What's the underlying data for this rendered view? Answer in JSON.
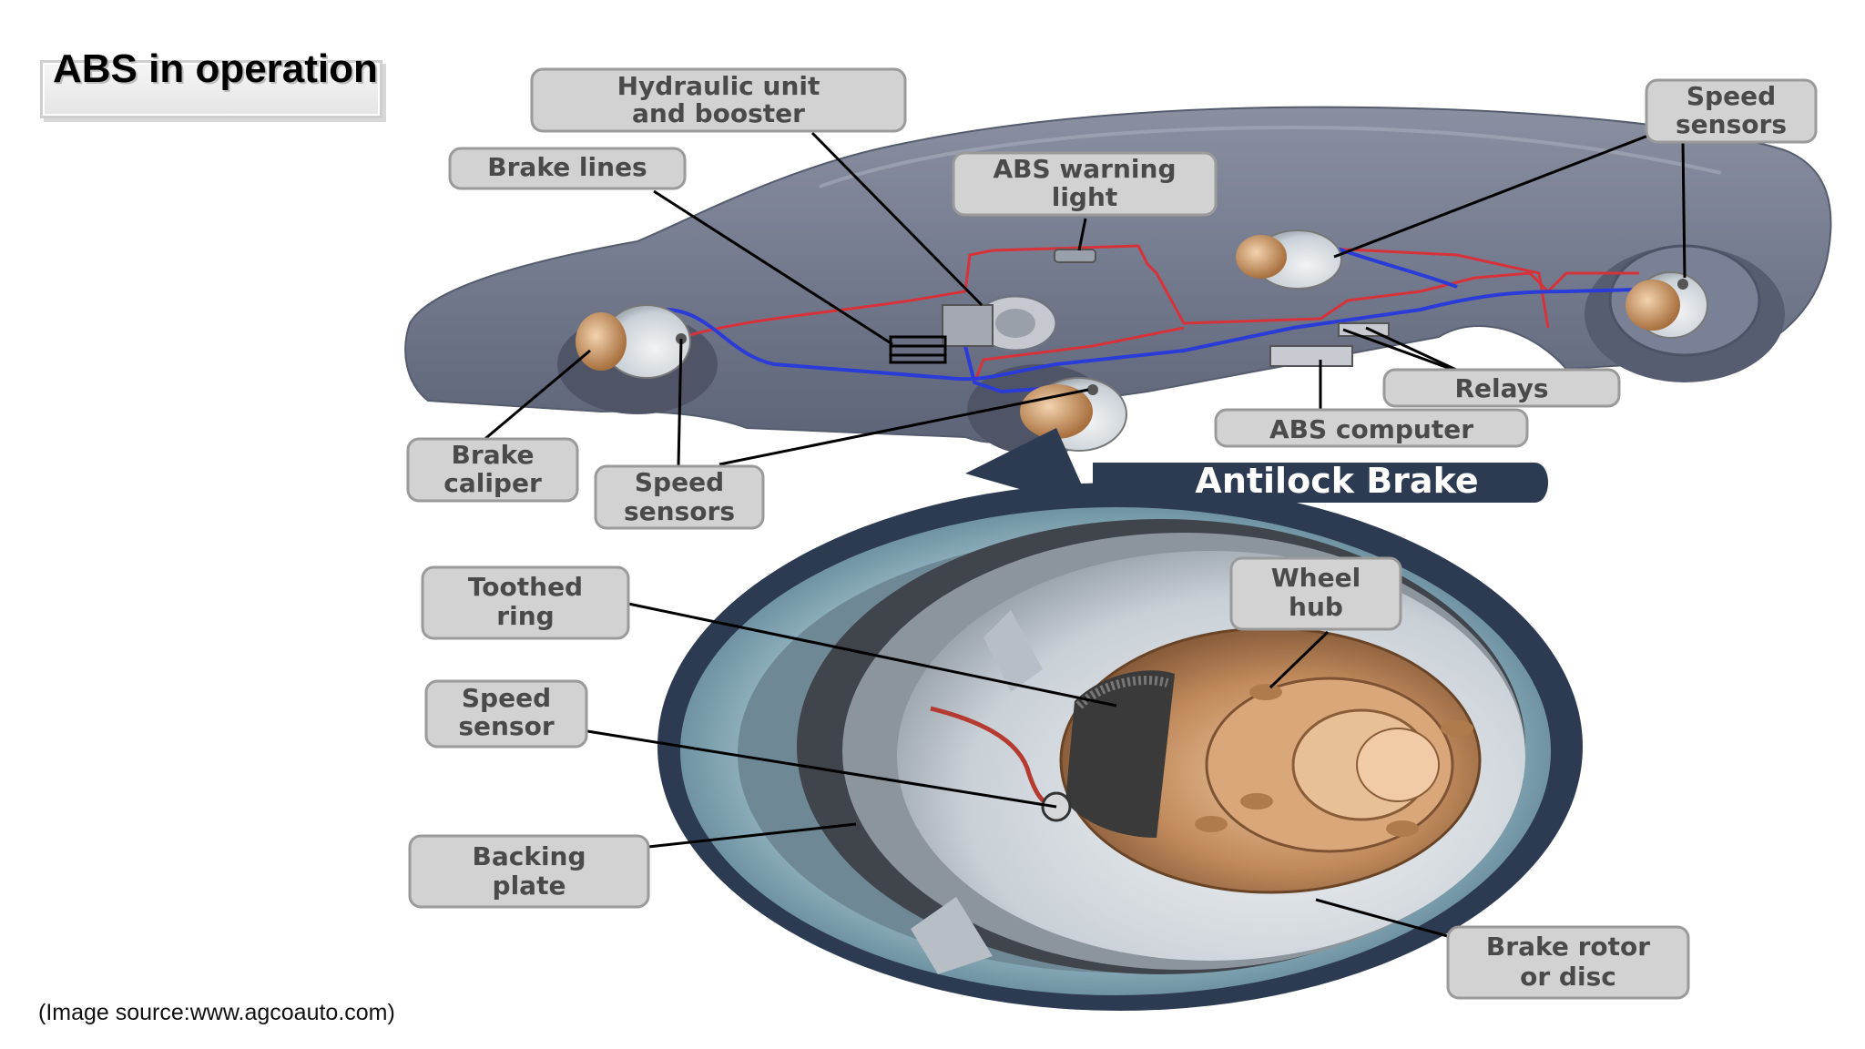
{
  "slide": {
    "title": "ABS in operation",
    "source": "(Image source:www.agcoauto.com)"
  },
  "diagram": {
    "banner": "Antilock Brake",
    "labels": {
      "hydraulic": [
        "Hydraulic unit",
        "and booster"
      ],
      "brake_lines": [
        "Brake lines"
      ],
      "warning": [
        "ABS warning",
        "light"
      ],
      "speed_sensors_rear": [
        "Speed",
        "sensors"
      ],
      "relays": [
        "Relays"
      ],
      "abs_computer": [
        "ABS computer"
      ],
      "brake_caliper": [
        "Brake",
        "caliper"
      ],
      "speed_sensors_front": [
        "Speed",
        "sensors"
      ],
      "toothed_ring": [
        "Toothed",
        "ring"
      ],
      "speed_sensor": [
        "Speed",
        "sensor"
      ],
      "backing_plate": [
        "Backing",
        "plate"
      ],
      "wheel_hub": [
        "Wheel",
        "hub"
      ],
      "rotor": [
        "Brake rotor",
        "or disc"
      ]
    },
    "colors": {
      "car_body": "#6f7689",
      "brake_line_red": "#d7323a",
      "brake_line_blue": "#2a3bd8",
      "hub_copper": "#c08a5c",
      "banner_bg": "#2c3a52"
    }
  }
}
